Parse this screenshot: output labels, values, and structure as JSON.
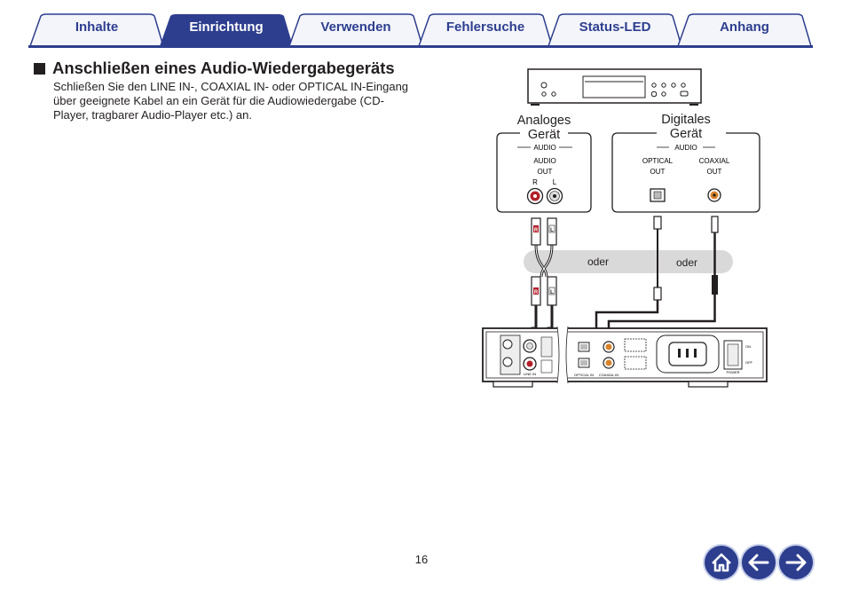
{
  "tabs": [
    {
      "label": "Inhalte",
      "active": false
    },
    {
      "label": "Einrichtung",
      "active": true
    },
    {
      "label": "Verwenden",
      "active": false
    },
    {
      "label": "Fehlersuche",
      "active": false
    },
    {
      "label": "Status-LED",
      "active": false
    },
    {
      "label": "Anhang",
      "active": false
    }
  ],
  "section": {
    "title": "Anschließen eines Audio-Wiedergabegeräts",
    "lines": [
      "Schließen Sie den LINE IN-, COAXIAL IN- oder OPTICAL IN-Eingang",
      "über geeignete Kabel an ein Gerät für die Audiowiedergabe (CD-",
      "Player, tragbarer Audio-Player etc.) an."
    ]
  },
  "diagram": {
    "analog_device": {
      "title_line1": "Analoges",
      "title_line2": "Gerät",
      "group": "AUDIO",
      "label_line1": "AUDIO",
      "label_line2": "OUT",
      "channel_r": "R",
      "channel_l": "L"
    },
    "digital_device": {
      "title_line1": "Digitales",
      "title_line2": "Gerät",
      "group": "AUDIO",
      "optical_line1": "OPTICAL",
      "optical_line2": "OUT",
      "coaxial_line1": "COAXIAL",
      "coaxial_line2": "OUT"
    },
    "or_left": "oder",
    "or_right": "oder",
    "plug_r": "R",
    "plug_l": "L",
    "rear_panel": {
      "line_in": "LINE IN",
      "optical_in": "OPTICAL IN",
      "coaxial_in": "COAXIAL IN",
      "power": "POWER",
      "on": "ON",
      "off": "OFF"
    },
    "colors": {
      "red_plug": "#b3202a",
      "coax_orange": "#d9822b",
      "band_gray": "#d9d9d9"
    }
  },
  "footer": {
    "page_number": "16"
  },
  "nav": {
    "home": "home-icon",
    "back": "arrow-left-icon",
    "forward": "arrow-right-icon"
  },
  "theme": {
    "accent": "#2d3e8f",
    "tab_light": "#f4f5fa"
  }
}
